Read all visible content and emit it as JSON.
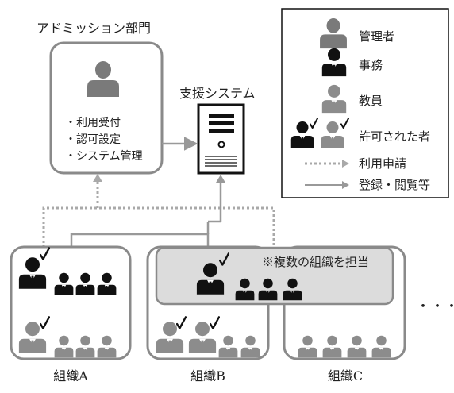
{
  "admin_department": {
    "title": "アドミッション部門",
    "items": [
      "・利用受付",
      "・認可設定",
      "・システム管理"
    ]
  },
  "support_system": {
    "title": "支援システム"
  },
  "legend": {
    "admin": "管理者",
    "office": "事務",
    "faculty": "教員",
    "permitted": "許可された者",
    "application": "利用申請",
    "registration": "登録・閲覧等"
  },
  "organizations": {
    "a": "組織A",
    "b": "組織B",
    "c": "組織C",
    "shared_note": "※複数の組織を担当",
    "more": "・・・"
  },
  "colors": {
    "dark": "#111111",
    "admin_gray": "#7a7a7a",
    "faculty_gray": "#8c8c8c",
    "frame": "#8a8a8a",
    "frame_light": "#9a9a9a",
    "shaded": "#dcdcdc"
  },
  "icons": [
    "person-admin-icon",
    "person-office-icon",
    "person-faculty-icon",
    "check-icon",
    "server-icon",
    "dotted-arrow-icon",
    "solid-arrow-icon"
  ]
}
